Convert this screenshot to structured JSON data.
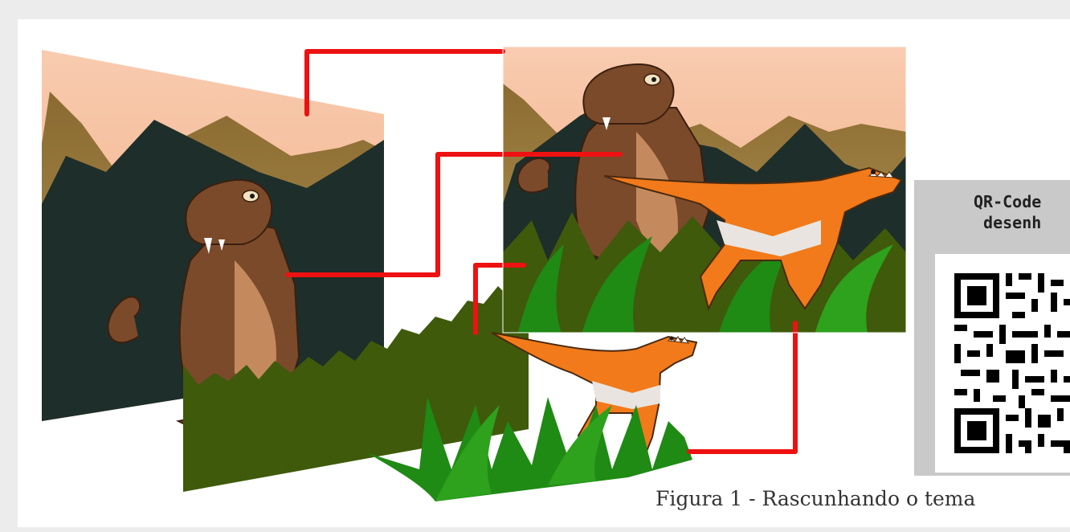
{
  "figure": {
    "caption": "Figura 1 - Rascunhando o tema",
    "qr_title_line1": "QR-Code",
    "qr_title_line2": "desenh",
    "icons": [
      "t-rex-illustration",
      "velociraptor-illustration",
      "grass-layer",
      "mountain-background",
      "qr-code"
    ],
    "colors": {
      "connector": "#ee1111",
      "sky_top": "#f9cbb0",
      "mountain_far": "#9a7a38",
      "mountain_near": "#1e2e2a",
      "grass_dark": "#3f5a0b",
      "grass_green": "#1f8a14",
      "trex_brown": "#7b4a2a",
      "raptor_orange": "#f27a1a"
    }
  }
}
